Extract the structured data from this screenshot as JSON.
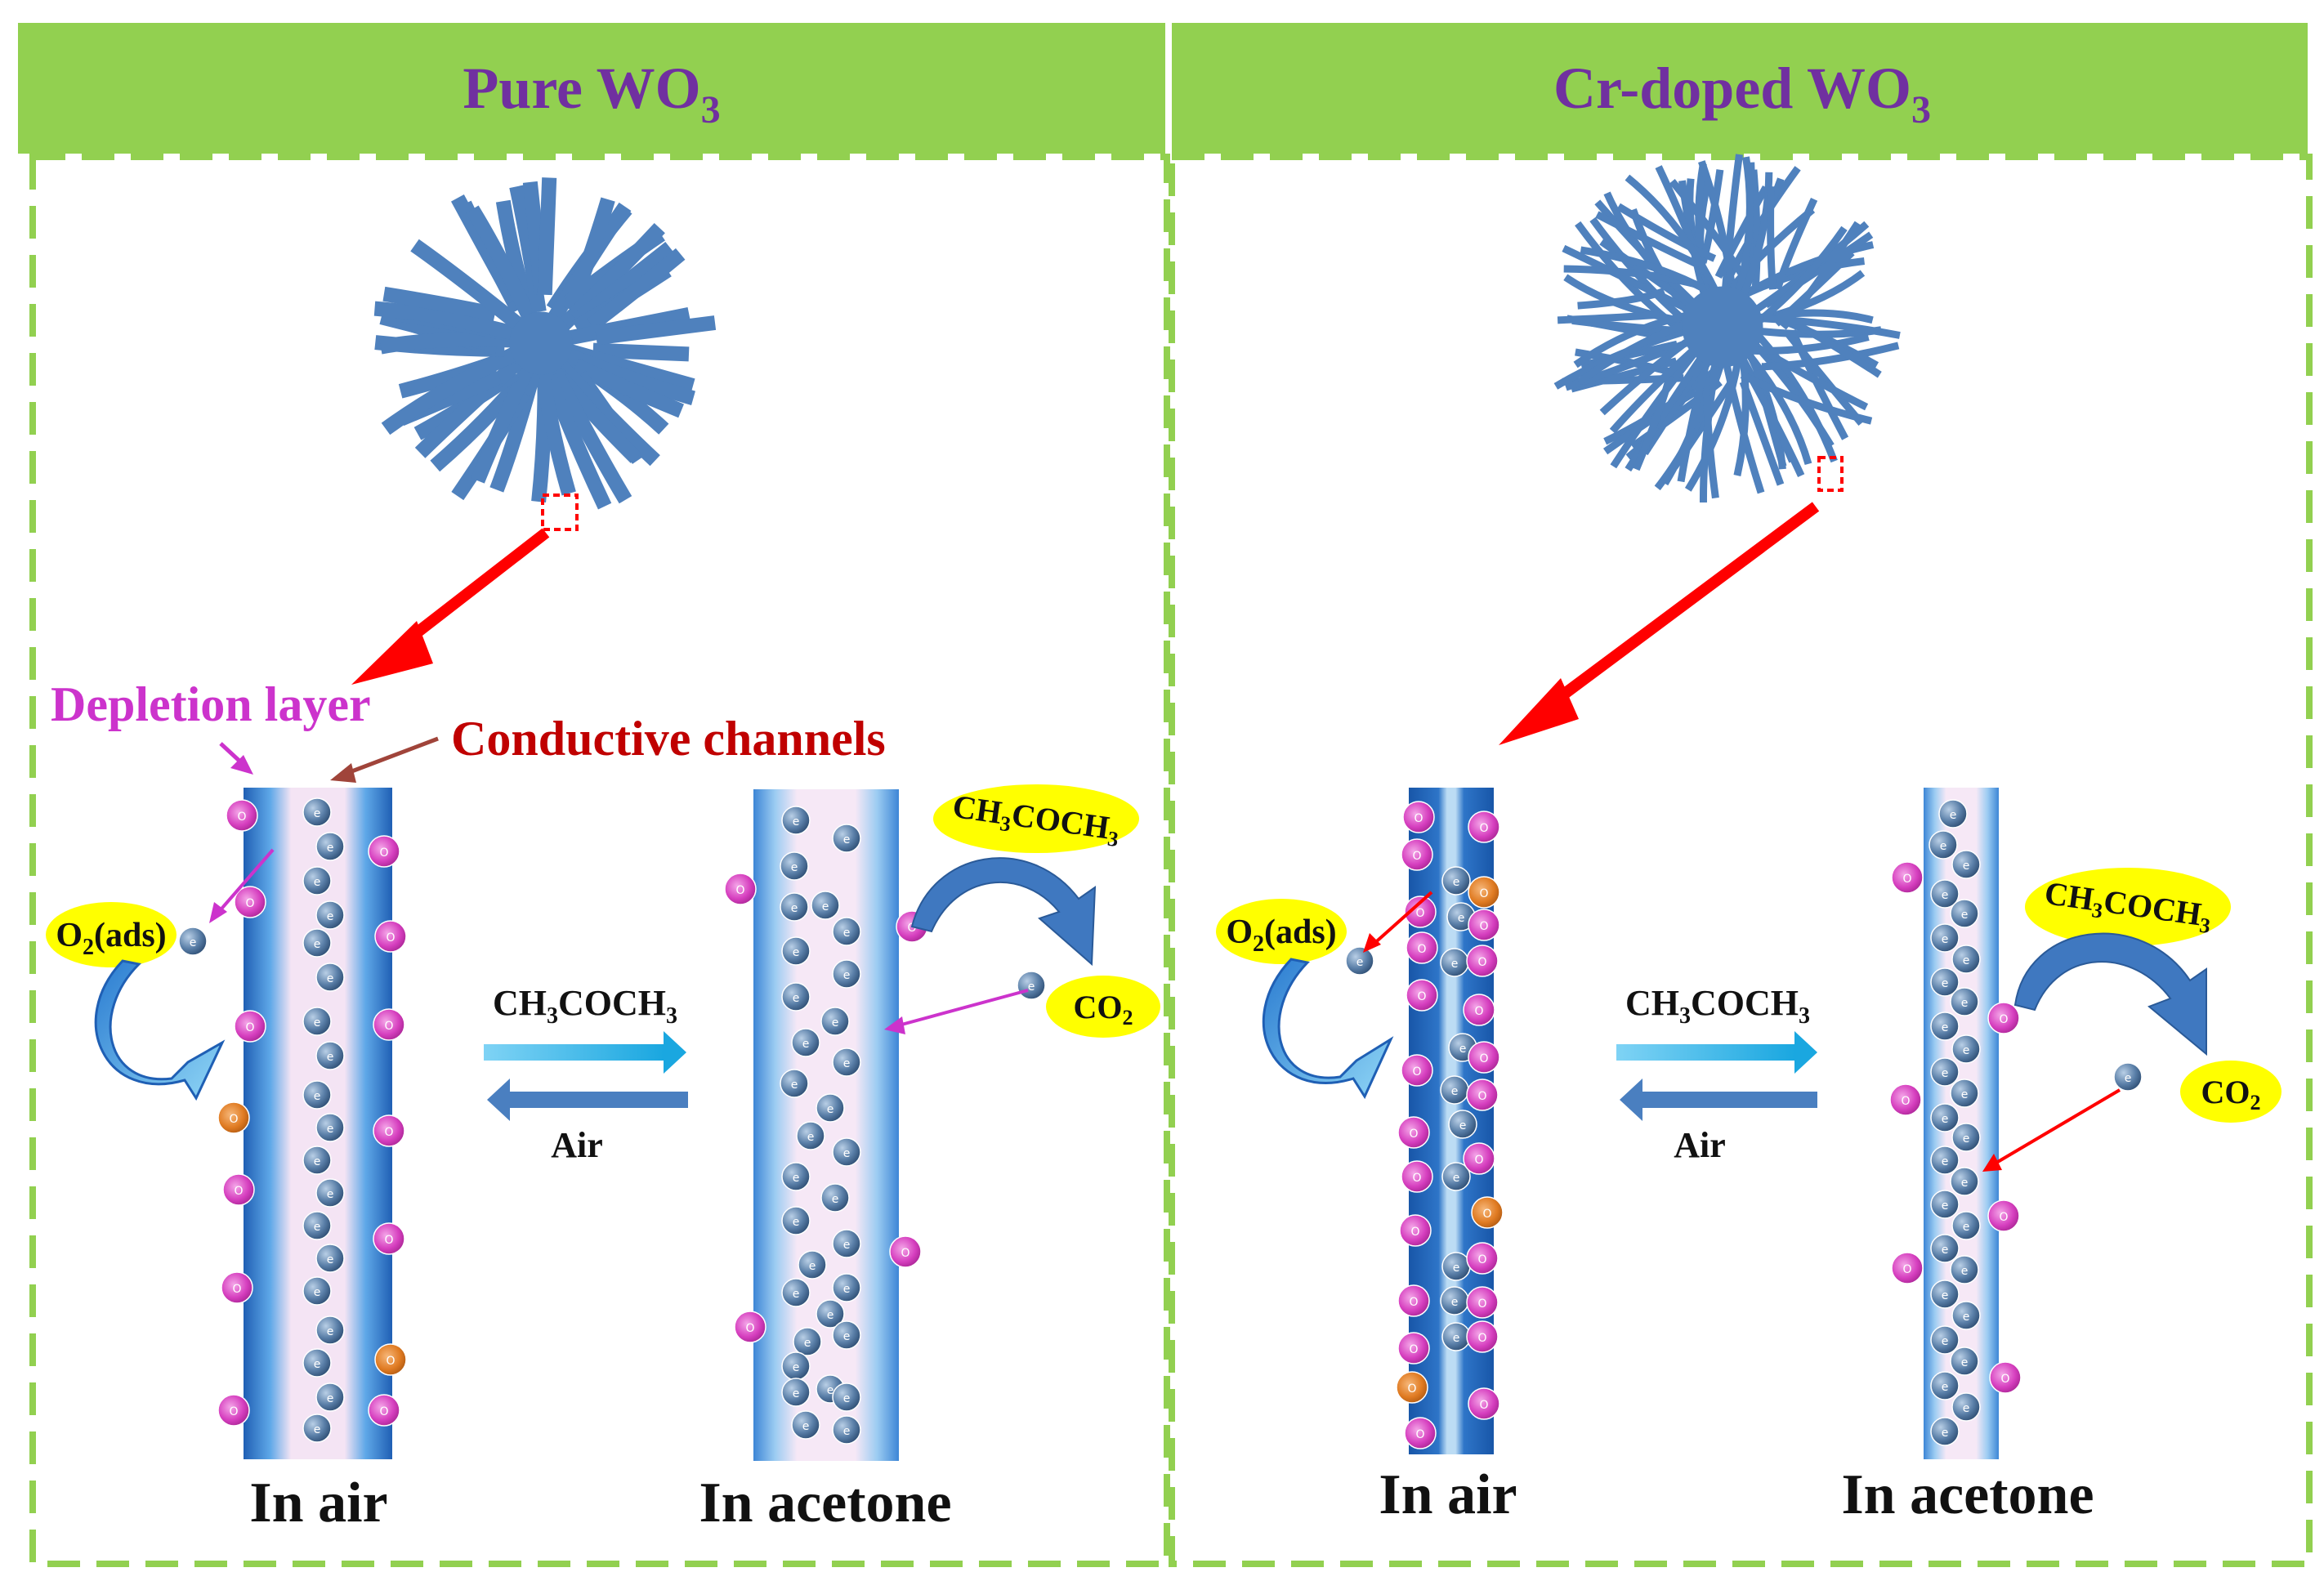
{
  "panels": [
    {
      "title_main": "Pure WO",
      "title_sub": "3",
      "label_depletion": "Depletion layer",
      "label_conductive": "Conductive channels",
      "label_o2ads_main": "O",
      "label_o2ads_sub": "2",
      "label_o2ads_tail": "(ads)",
      "label_in_air": "In air",
      "label_in_acetone": "In acetone",
      "label_air_arrow": "Air",
      "gas_ch3coch3": [
        "CH",
        "3",
        "COCH",
        "3"
      ],
      "gas_co2": [
        "CO",
        "2"
      ]
    },
    {
      "title_main": "Cr-doped WO",
      "title_sub": "3",
      "label_o2ads_main": "O",
      "label_o2ads_sub": "2",
      "label_o2ads_tail": "(ads)",
      "label_in_air": "In air",
      "label_in_acetone": "In acetone",
      "label_air_arrow": "Air",
      "gas_ch3coch3": [
        "CH",
        "3",
        "COCH",
        "3"
      ],
      "gas_co2": [
        "CO",
        "2"
      ]
    }
  ],
  "particles": {
    "electron_glyph": "e",
    "oxygen_ion_glyph": "O",
    "oxygen_neutral_glyph": "O"
  },
  "colors": {
    "header_green": "#92d050",
    "dash_green": "#92d050",
    "title_purple": "#7030a0",
    "nanoflower_blue": "#4f81bd",
    "red_arrow": "#ff0000",
    "depletion_magenta": "#cc33cc",
    "conductive_red": "#c00000",
    "electron_blue": "#5a7fa8",
    "oxygen_magenta": "#d63fbf",
    "oxygen_orange": "#e07b22",
    "highlight_yellow": "#ffff00"
  }
}
